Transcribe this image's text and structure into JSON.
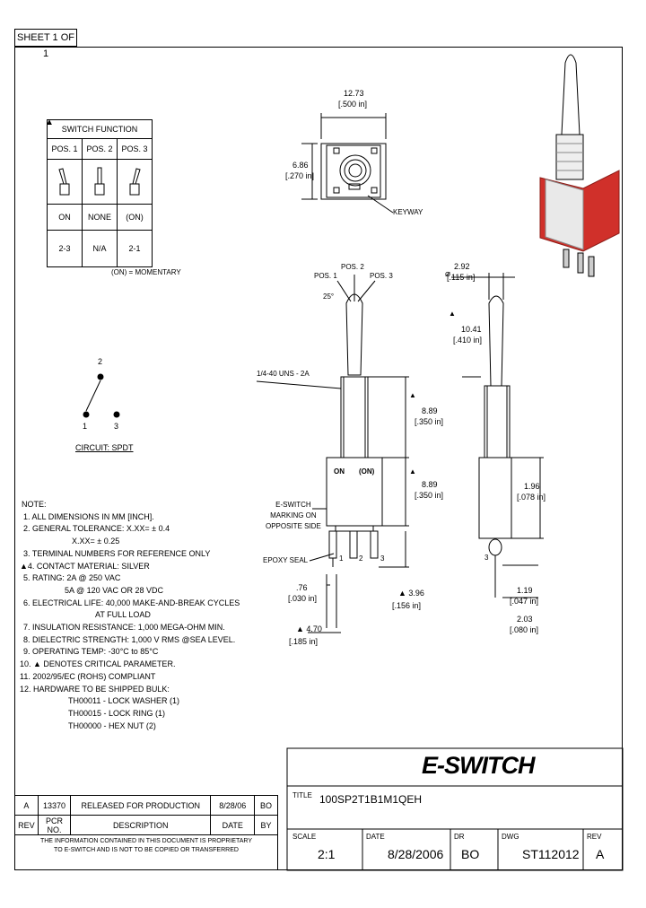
{
  "sheet": "SHEET 1 OF 1",
  "switch_function": {
    "title": "SWITCH FUNCTION",
    "headers": [
      "POS. 1",
      "POS. 2",
      "POS. 3"
    ],
    "row_function": [
      "ON",
      "NONE",
      "(ON)"
    ],
    "row_terminals": [
      "2-3",
      "N/A",
      "2-1"
    ],
    "footnote": "(ON) = MOMENTARY"
  },
  "circuit": {
    "label": "CIRCUIT: SPDT",
    "t1": "1",
    "t2": "2",
    "t3": "3"
  },
  "top_view": {
    "width_mm": "12.73",
    "width_in": "[.500 in]",
    "height_mm": "6.86",
    "height_in": "[.270 in]",
    "keyway": "KEYWAY"
  },
  "front_view": {
    "pos1": "POS. 1",
    "pos2": "POS. 2",
    "pos3": "POS. 3",
    "angle": "25°",
    "thread": "1/4-40 UNS - 2A",
    "dim_a_mm": "8.89",
    "dim_a_in": "[.350 in]",
    "dim_b_mm": "8.89",
    "dim_b_in": "[.350 in]",
    "marking": [
      "E-SWITCH",
      "MARKING ON",
      "OPPOSITE SIDE"
    ],
    "epoxy": "EPOXY SEAL",
    "body_on": "ON",
    "body_mom": "(ON)",
    "t1": "1",
    "t2": "2",
    "t3": "3",
    "dim_c_mm": ".76",
    "dim_c_in": "[.030 in]",
    "dim_d_mm": "4.70",
    "dim_d_in": "[.185 in]",
    "dim_e_mm": "3.96",
    "dim_e_in": "[.156 in]"
  },
  "side_view": {
    "dia_mm": "2.92",
    "dia_in": "[.115 in]",
    "lever_mm": "10.41",
    "lever_in": "[.410 in]",
    "body_mm": "1.96",
    "body_in": "[.078 in]",
    "term_mm": "1.19",
    "term_in": "[.047 in]",
    "total_mm": "2.03",
    "total_in": "[.080 in]",
    "t3": "3"
  },
  "notes": [
    "NOTE:",
    "1. ALL DIMENSIONS IN MM [INCH].",
    "2. GENERAL TOLERANCE: X.XX= ± 0.4",
    "X.XX= ± 0.25",
    "3. TERMINAL NUMBERS FOR REFERENCE ONLY",
    "4. CONTACT MATERIAL: SILVER",
    "5. RATING: 2A @ 250 VAC",
    "5A @ 120 VAC OR 28 VDC",
    "6. ELECTRICAL LIFE: 40,000 MAKE-AND-BREAK CYCLES",
    "AT FULL LOAD",
    "7. INSULATION RESISTANCE: 1,000 MEGA-OHM MIN.",
    "8. DIELECTRIC STRENGTH: 1,000 V RMS @SEA LEVEL.",
    "9. OPERATING TEMP: -30°C to 85°C",
    "10. ▲ DENOTES CRITICAL PARAMETER.",
    "11. 2002/95/EC (ROHS) COMPLIANT",
    "12. HARDWARE TO BE SHIPPED BULK:",
    "TH00011 - LOCK WASHER (1)",
    "TH00015 - LOCK RING (1)",
    "TH00000 - HEX NUT (2)"
  ],
  "revision": {
    "row": [
      "A",
      "13370",
      "RELEASED FOR PRODUCTION",
      "8/28/06",
      "BO"
    ],
    "headers": [
      "REV",
      "PCR NO.",
      "DESCRIPTION",
      "DATE",
      "BY"
    ],
    "disclaimer": [
      "THE INFORMATION CONTAINED IN THIS DOCUMENT IS PROPRIETARY",
      "TO E-SWITCH AND IS NOT TO BE COPIED OR TRANSFERRED"
    ]
  },
  "title_block": {
    "logo": "E-SWITCH",
    "title_label": "TITLE",
    "title": "100SP2T1B1M1QEH",
    "scale_label": "SCALE",
    "scale": "2:1",
    "date_label": "DATE",
    "date": "8/28/2006",
    "dr_label": "DR",
    "dr": "BO",
    "dwg_label": "DWG",
    "dwg": "ST112012",
    "rev_label": "REV",
    "rev": "A"
  },
  "colors": {
    "housing_red": "#d0302a",
    "ink": "#000000"
  }
}
